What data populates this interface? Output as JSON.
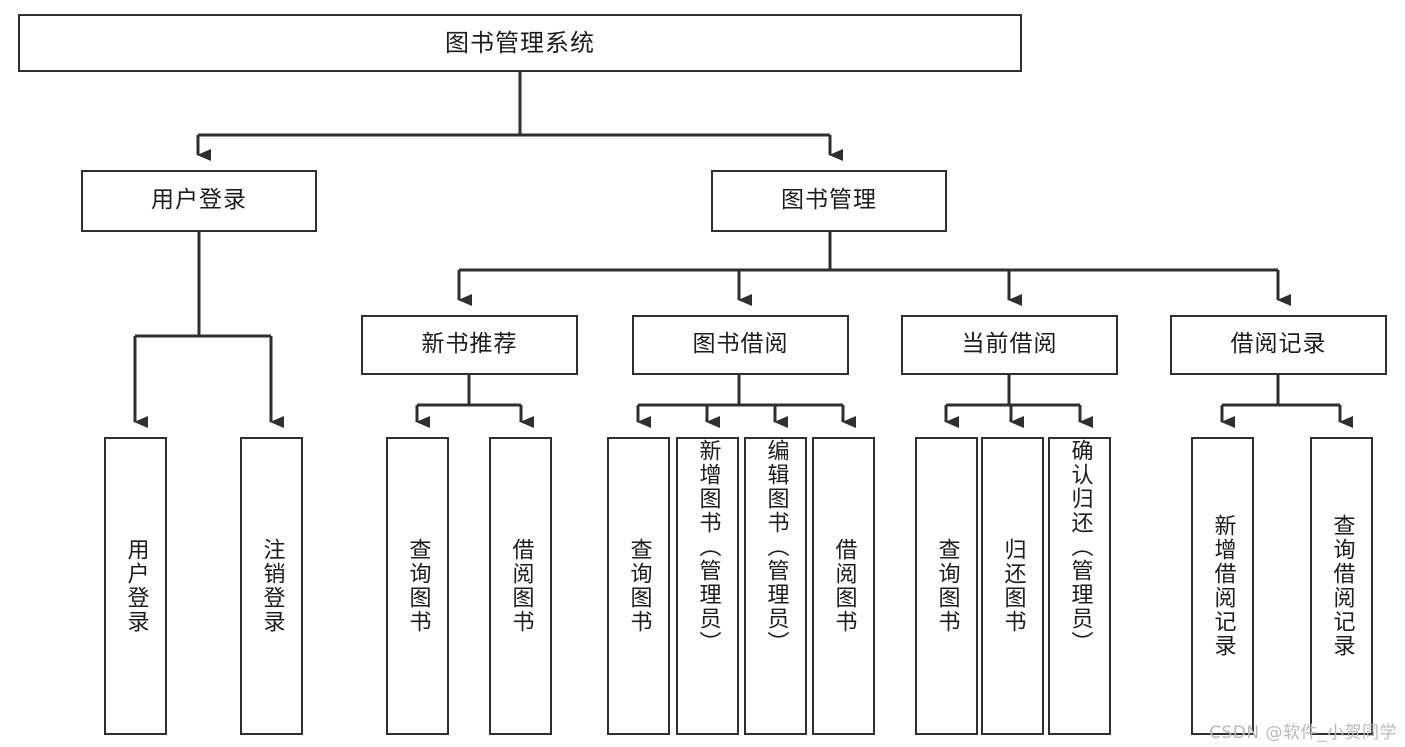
{
  "diagram": {
    "title": "图书管理系统",
    "type": "tree-hierarchy",
    "colors": {
      "stroke": "#2f2f2f",
      "fill": "#ffffff",
      "text": "#1c1c1c",
      "watermark": "#b9b9b9",
      "background": "#ffffff"
    },
    "root": {
      "label": "图书管理系统"
    },
    "level2": [
      {
        "label": "用户登录"
      },
      {
        "label": "图书管理"
      }
    ],
    "level3": [
      {
        "label": "新书推荐"
      },
      {
        "label": "图书借阅"
      },
      {
        "label": "当前借阅"
      },
      {
        "label": "借阅记录"
      }
    ],
    "leaves": {
      "user_login": [
        {
          "label": "用户登录"
        },
        {
          "label": "注销登录"
        }
      ],
      "new_book_recommend": [
        {
          "label": "查询图书"
        },
        {
          "label": "借阅图书"
        }
      ],
      "book_borrow": [
        {
          "label": "查询图书"
        },
        {
          "label": "新增图书（管理员）"
        },
        {
          "label": "编辑图书（管理员）"
        },
        {
          "label": "借阅图书"
        }
      ],
      "current_borrow": [
        {
          "label": "查询图书"
        },
        {
          "label": "归还图书"
        },
        {
          "label": "确认归还（管理员）"
        }
      ],
      "borrow_record": [
        {
          "label": "新增借阅记录"
        },
        {
          "label": "查询借阅记录"
        }
      ]
    },
    "watermark": "CSDN @软件_小贺同学"
  }
}
